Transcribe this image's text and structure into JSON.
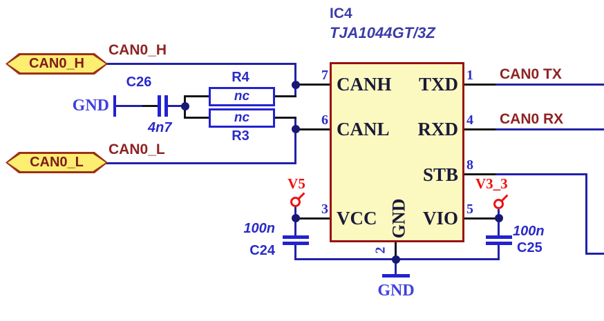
{
  "schematic": {
    "ic": {
      "ref": "IC4",
      "part": "TJA1044GT/3Z",
      "pins": {
        "canh": {
          "number": "7",
          "name": "CANH"
        },
        "canl": {
          "number": "6",
          "name": "CANL"
        },
        "vcc": {
          "number": "3",
          "name": "VCC"
        },
        "gnd": {
          "number": "2",
          "name": "GND"
        },
        "txd": {
          "number": "1",
          "name": "TXD"
        },
        "rxd": {
          "number": "4",
          "name": "RXD"
        },
        "stb": {
          "number": "8",
          "name": "STB"
        },
        "vio": {
          "number": "5",
          "name": "VIO"
        }
      }
    },
    "ports": {
      "can0_h": "CAN0_H",
      "can0_l": "CAN0_L"
    },
    "net_labels": {
      "can0_h": "CAN0_H",
      "can0_l": "CAN0_L",
      "can0_tx": "CAN0 TX",
      "can0_rx": "CAN0 RX"
    },
    "components": {
      "c26": {
        "ref": "C26",
        "value": "4n7"
      },
      "r4": {
        "ref": "R4",
        "value": "nc"
      },
      "r3": {
        "ref": "R3",
        "value": "nc"
      },
      "c24": {
        "ref": "C24",
        "value": "100n"
      },
      "c25": {
        "ref": "C25",
        "value": "100n"
      }
    },
    "power": {
      "v5": "V5",
      "v3_3": "V3_3",
      "gnd_left": "GND",
      "gnd_bottom": "GND"
    },
    "colors": {
      "wire": "#2121A8",
      "pin_wire": "#141414",
      "junction": "#181875",
      "ic_fill": "#FBF8C0",
      "ic_border": "#991111",
      "port_fill": "#FBEE70",
      "port_border": "#9C3018",
      "net_label": "#8E2323",
      "component_label": "#2A2AC8",
      "pin_number": "#2B2BC8",
      "pin_name": "#1A1A38",
      "power_red": "#EE1111",
      "gnd_blue": "#4040E0",
      "ic_label": "#3C3CA8"
    }
  }
}
